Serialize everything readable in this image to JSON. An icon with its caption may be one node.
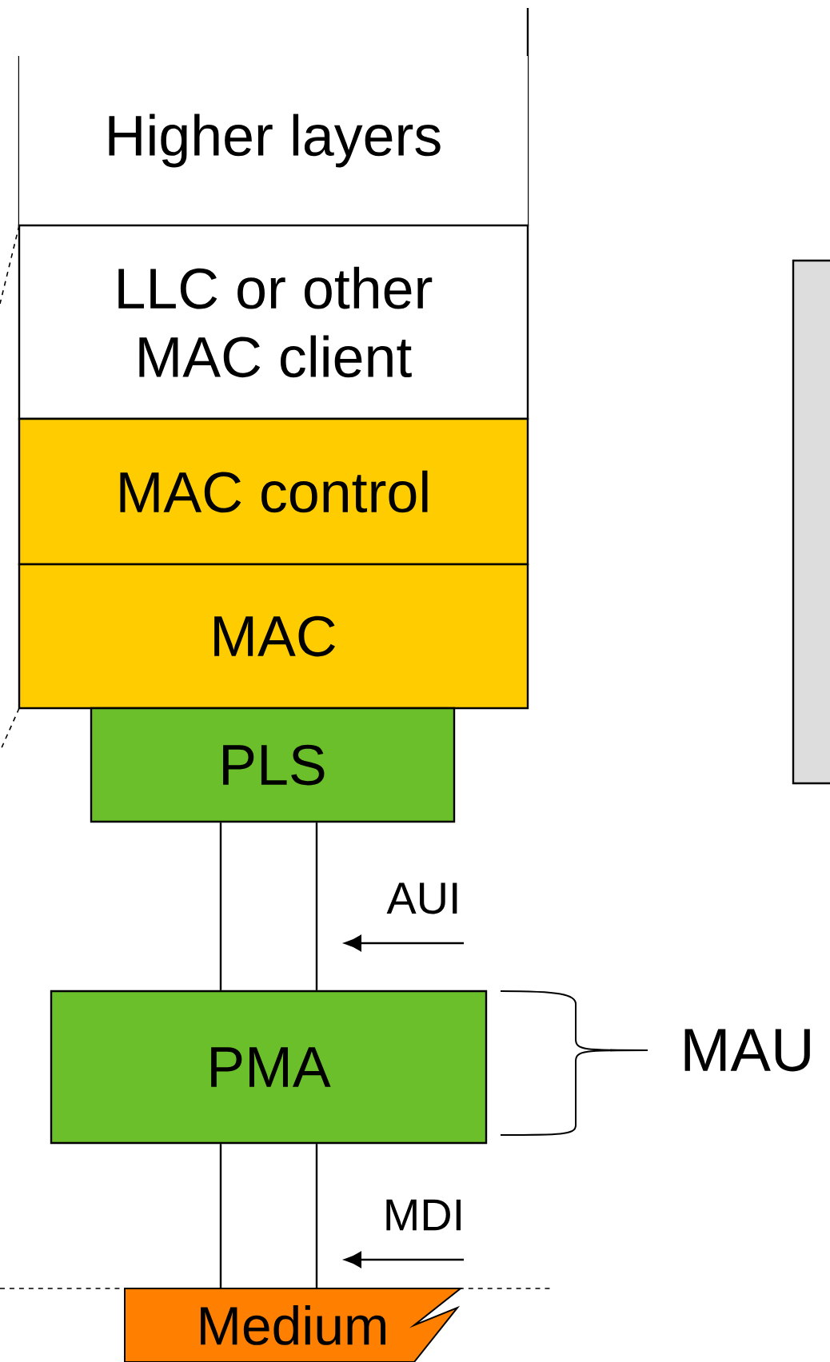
{
  "diagram": {
    "nodes": [
      {
        "text": [
          "Higher layers"
        ]
      },
      {
        "text": [
          "LLC or other MAC client"
        ]
      },
      {
        "text": [
          "MAC control"
        ]
      },
      {
        "text": [
          "MAC"
        ]
      },
      {
        "text": [
          "PLS"
        ]
      },
      {
        "text": [
          "PMA"
        ]
      },
      {
        "text": [
          "Medium"
        ]
      },
      {
        "text": [],
        "shape": "box"
      }
    ],
    "edges": [
      {
        "from": 4,
        "to": 5,
        "arrow": "none"
      },
      {
        "from": 4,
        "to": 5,
        "arrow": "none"
      },
      {
        "from": 5,
        "to": 6,
        "arrow": "none"
      },
      {
        "from": 5,
        "to": 6,
        "arrow": "none"
      }
    ],
    "labels": [
      "AUI",
      "MAU",
      "MDI"
    ]
  }
}
